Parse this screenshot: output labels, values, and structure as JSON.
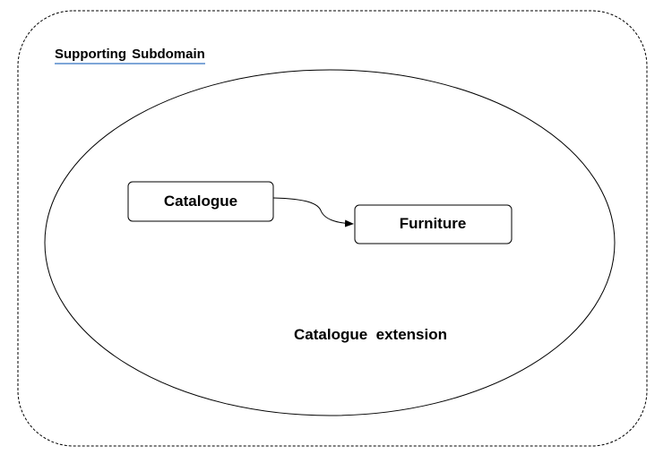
{
  "subdomain": {
    "title": "Supporting Subdomain"
  },
  "context": {
    "label": "Catalogue  extension"
  },
  "nodes": {
    "catalogue": "Catalogue",
    "furniture": "Furniture"
  },
  "colors": {
    "stroke": "#000000",
    "title_underline": "#7ea6d8",
    "background": "#ffffff"
  }
}
